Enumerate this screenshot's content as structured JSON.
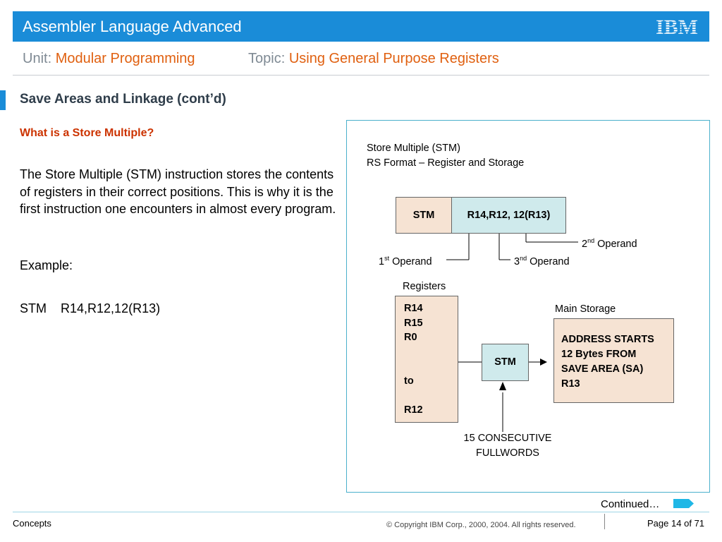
{
  "header": {
    "title": "Assembler Language Advanced",
    "logo_text": "IBM",
    "unit_label": "Unit:",
    "unit_value": "Modular Programming",
    "topic_label": "Topic:",
    "topic_value": "Using General Purpose Registers",
    "bar_color": "#1a8cd8"
  },
  "section": {
    "title": "Save Areas and Linkage (cont’d)"
  },
  "left": {
    "question": "What is a Store Multiple?",
    "paragraph": "The Store Multiple (STM) instruction stores the contents of registers in their correct positions. This is why it is the first instruction one encounters in almost every program.",
    "example_label": "Example:",
    "example_op": "STM",
    "example_operands": "R14,R12,12(R13)"
  },
  "diagram": {
    "caption_line1": "Store Multiple (STM)",
    "caption_line2": "RS Format – Register and Storage",
    "format_op": "STM",
    "format_operands": "R14,R12, 12(R13)",
    "operand2": {
      "num": "2",
      "sup": "nd",
      "text": " Operand"
    },
    "operand1": {
      "num": "1",
      "sup": "st",
      "text": " Operand"
    },
    "operand3": {
      "num": "3",
      "sup": "nd",
      "text": " Operand"
    },
    "registers_label": "Registers",
    "registers": [
      "R14",
      "R15",
      "R0"
    ],
    "reg_to": "to",
    "reg_end": "R12",
    "stm_box": "STM",
    "main_storage_label": "Main Storage",
    "storage_lines": [
      "ADDRESS STARTS",
      "12 Bytes FROM",
      "SAVE AREA (SA)",
      "R13"
    ],
    "consecutive_line1": "15 CONSECUTIVE",
    "consecutive_line2": "FULLWORDS"
  },
  "footer": {
    "continued": "Continued…",
    "left": "Concepts",
    "copyright": "© Copyright IBM Corp., 2000, 2004. All rights reserved.",
    "page_label": "Page",
    "page_current": "14",
    "page_of": "of",
    "page_total": "71"
  }
}
